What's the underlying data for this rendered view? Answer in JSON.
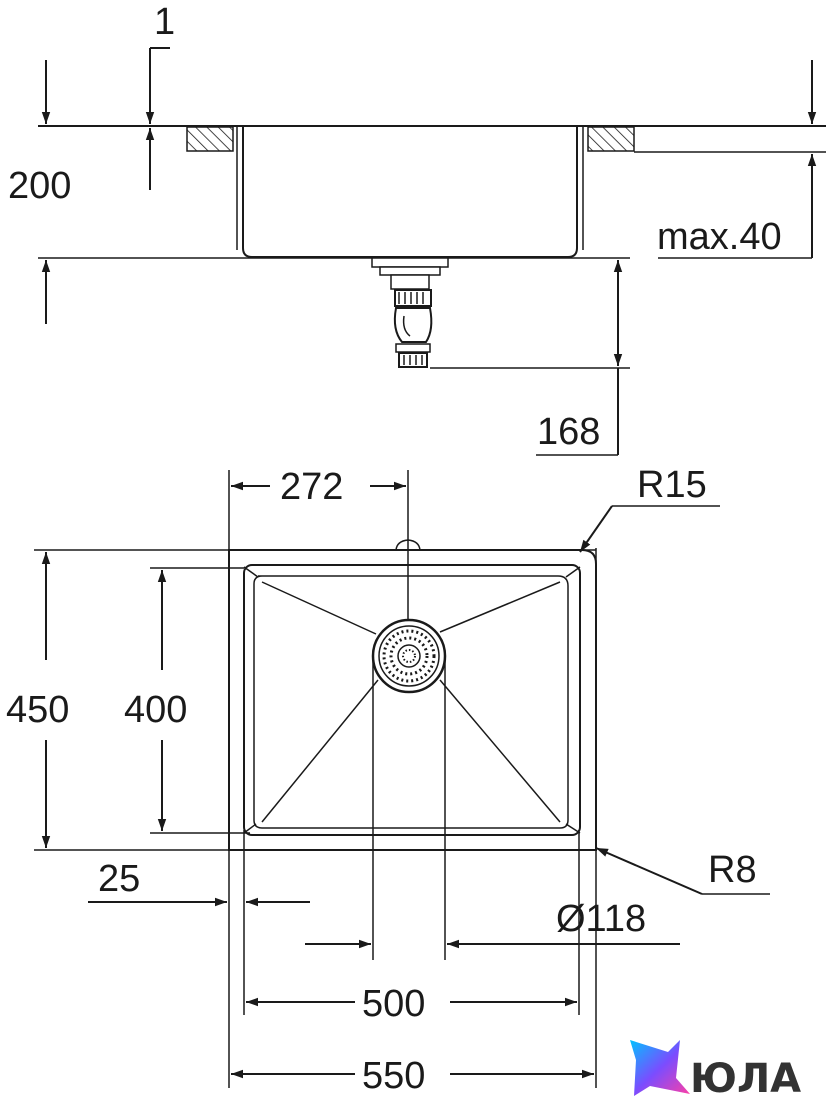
{
  "side_view": {
    "top_label": "1",
    "height_label": "200",
    "max_label": "max.40",
    "drain_label": "168"
  },
  "top_view": {
    "drain_offset_label": "272",
    "corner_outer_label": "R15",
    "outer_depth_label": "450",
    "inner_depth_label": "400",
    "rim_label": "25",
    "corner_inner_label": "R8",
    "drain_diameter_label": "Ø118",
    "inner_width_label": "500",
    "outer_width_label": "550"
  },
  "brand": {
    "name": "ЮЛА"
  }
}
